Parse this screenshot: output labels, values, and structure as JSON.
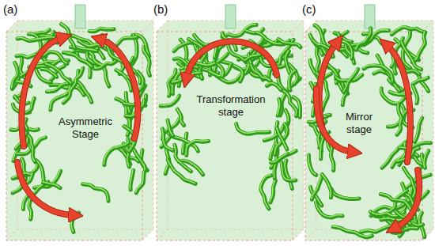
{
  "diagram": {
    "nodes": [
      {
        "text": [
          "(a)",
          "Asymmetric Stage"
        ]
      },
      {
        "text": [
          "(b)",
          "Transformation stage"
        ]
      },
      {
        "text": [
          "(c)",
          "Mirror stage"
        ]
      }
    ]
  }
}
